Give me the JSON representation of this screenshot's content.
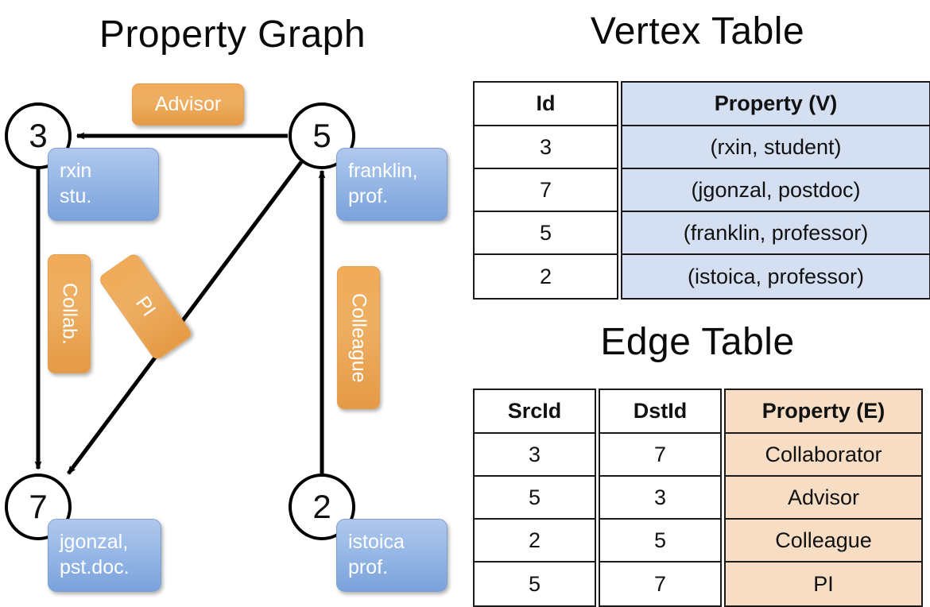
{
  "titles": {
    "property_graph": "Property Graph",
    "vertex_table": "Vertex Table",
    "edge_table": "Edge Table"
  },
  "colors": {
    "vertex_property_fill": "#d4dff1",
    "edge_property_fill": "#f6ddc4",
    "node_badge_blue": "#7ba2dc",
    "edge_label_orange": "#eeaf63",
    "stroke": "#000000"
  },
  "graph": {
    "nodes": [
      {
        "id": "3",
        "badge_line1": "rxin",
        "badge_line2": "stu."
      },
      {
        "id": "5",
        "badge_line1": "franklin,",
        "badge_line2": "prof."
      },
      {
        "id": "7",
        "badge_line1": "jgonzal,",
        "badge_line2": "pst.doc."
      },
      {
        "id": "2",
        "badge_line1": "istoica",
        "badge_line2": "prof."
      }
    ],
    "edge_labels": [
      {
        "name": "advisor",
        "text": "Advisor",
        "orientation": "horizontal"
      },
      {
        "name": "collab",
        "text": "Collab.",
        "orientation": "vertical"
      },
      {
        "name": "pi",
        "text": "PI",
        "orientation": "rotated"
      },
      {
        "name": "colleague",
        "text": "Colleague",
        "orientation": "vertical"
      }
    ],
    "edges": [
      {
        "from": "5",
        "to": "3",
        "label": "Advisor"
      },
      {
        "from": "3",
        "to": "7",
        "label": "Collab."
      },
      {
        "from": "5",
        "to": "7",
        "label": "PI"
      },
      {
        "from": "2",
        "to": "5",
        "label": "Colleague"
      }
    ]
  },
  "vertex_table": {
    "headers": [
      "Id",
      "Property (V)"
    ],
    "rows": [
      {
        "id": "3",
        "property": "(rxin, student)"
      },
      {
        "id": "7",
        "property": "(jgonzal, postdoc)"
      },
      {
        "id": "5",
        "property": "(franklin, professor)"
      },
      {
        "id": "2",
        "property": "(istoica, professor)"
      }
    ]
  },
  "edge_table": {
    "headers": [
      "SrcId",
      "DstId",
      "Property (E)"
    ],
    "rows": [
      {
        "src": "3",
        "dst": "7",
        "property": "Collaborator"
      },
      {
        "src": "5",
        "dst": "3",
        "property": "Advisor"
      },
      {
        "src": "2",
        "dst": "5",
        "property": "Colleague"
      },
      {
        "src": "5",
        "dst": "7",
        "property": "PI"
      }
    ]
  }
}
